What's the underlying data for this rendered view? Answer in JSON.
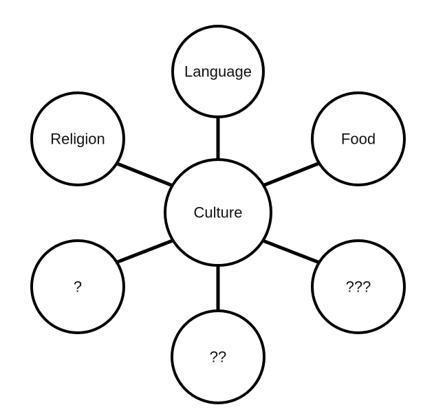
{
  "diagram": {
    "center": {
      "label": "Culture"
    },
    "nodes": [
      {
        "id": "language",
        "label": "Language"
      },
      {
        "id": "food",
        "label": "Food"
      },
      {
        "id": "triple-question",
        "label": "???"
      },
      {
        "id": "double-question",
        "label": "??"
      },
      {
        "id": "single-question",
        "label": "?"
      },
      {
        "id": "religion",
        "label": "Religion"
      }
    ],
    "colors": {
      "stroke": "#000000",
      "fill": "#ffffff",
      "text": "#111111"
    }
  }
}
